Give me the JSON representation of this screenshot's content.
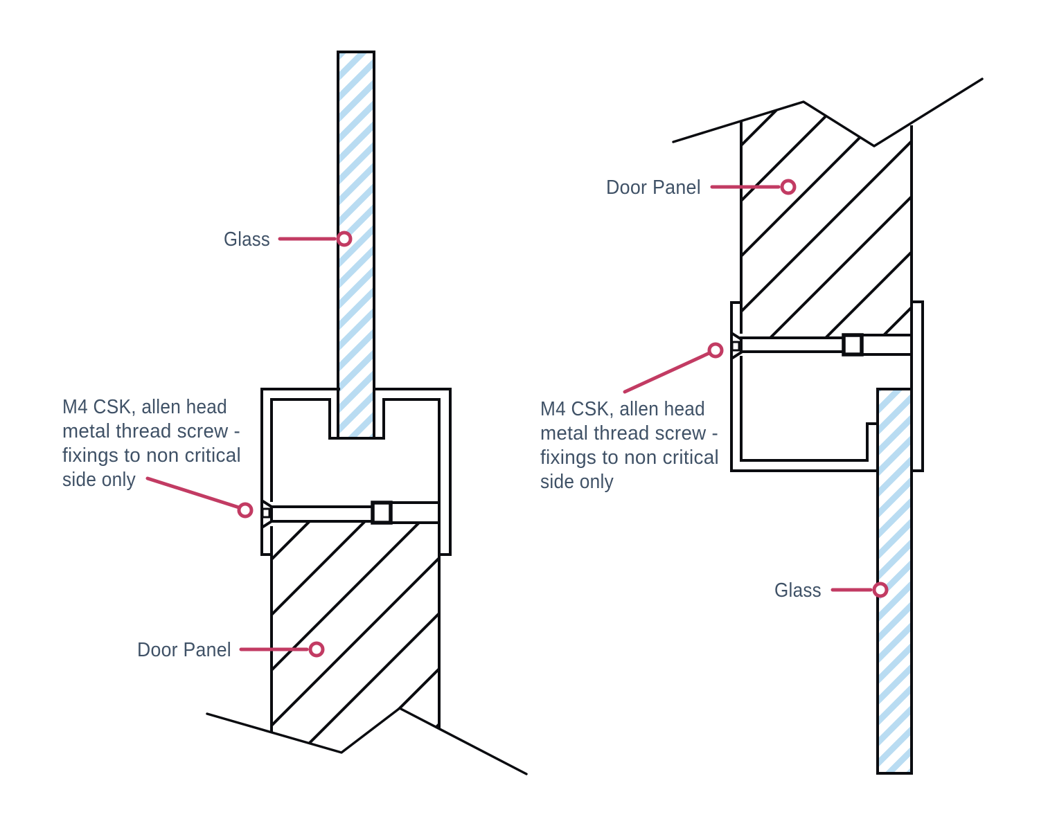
{
  "colors": {
    "background": "#ffffff",
    "line": "#0b0c10",
    "label_text": "#3f5166",
    "leader": "#c23b63",
    "glass_hatch": "#b9dcf2"
  },
  "diagrams": [
    {
      "name": "glass-above-door-panel-fixing-section",
      "labels": {
        "glass": "Glass",
        "door_panel": "Door Panel",
        "screw_note": [
          "M4 CSK, allen head",
          "metal thread screw -",
          "fixings to non critical",
          "side only"
        ]
      }
    },
    {
      "name": "door-panel-above-glass-fixing-section",
      "labels": {
        "glass": "Glass",
        "door_panel": "Door Panel",
        "screw_note": [
          "M4 CSK, allen head",
          "metal thread screw -",
          "fixings to non critical",
          "side only"
        ]
      }
    }
  ]
}
